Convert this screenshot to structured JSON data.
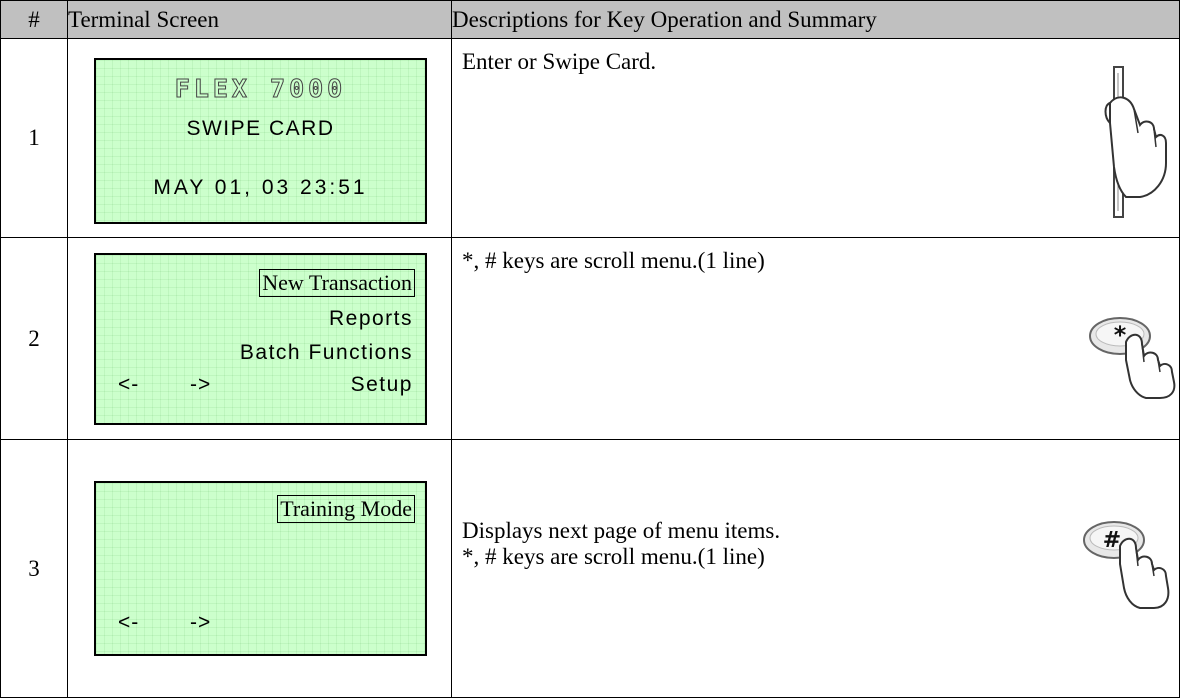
{
  "headers": {
    "num": "#",
    "terminal": "Terminal Screen",
    "desc": "Descriptions for Key Operation and Summary"
  },
  "rows": [
    {
      "num": "1",
      "lcd": {
        "title": "FLEX 7000",
        "line2": "SWIPE CARD",
        "line3": "MAY 01, 03 23:51"
      },
      "desc": [
        "Enter or Swipe Card."
      ],
      "icon": "card-swipe-hand-icon"
    },
    {
      "num": "2",
      "lcd": {
        "selected": "New Transaction",
        "item2": "Reports",
        "item3": "Batch Functions",
        "nav_left": "<-",
        "nav_right": "->",
        "item4": "Setup"
      },
      "desc": [
        "*, # keys are scroll menu.(1 line)"
      ],
      "icon": "star-key-press-icon",
      "key_label": "*"
    },
    {
      "num": "3",
      "lcd": {
        "selected": "Training Mode",
        "nav_left": "<-",
        "nav_right": "->"
      },
      "desc": [
        "Displays next page of menu items.",
        "*, # keys are scroll menu.(1 line)"
      ],
      "icon": "hash-key-press-icon",
      "key_label": "#"
    }
  ],
  "colors": {
    "header_bg": "#c0c0c0",
    "lcd_bg": "#ccffcc"
  }
}
